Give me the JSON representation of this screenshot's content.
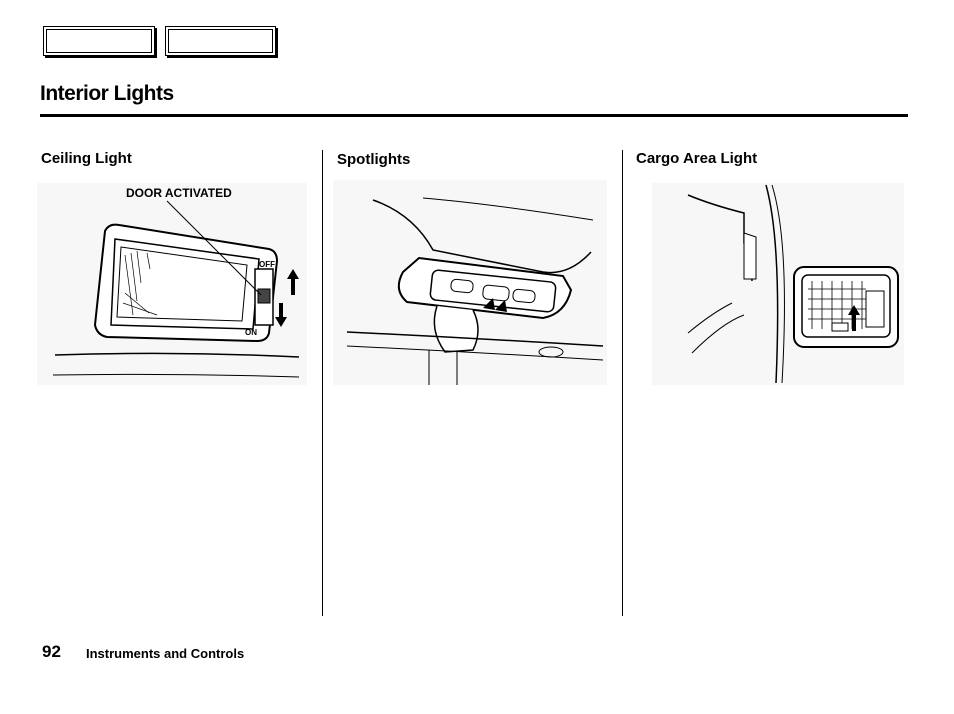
{
  "page": {
    "title": "Interior Lights",
    "page_number": "92",
    "section": "Instruments and Controls"
  },
  "navigation": {
    "prev_label": "",
    "next_label": ""
  },
  "columns": [
    {
      "heading": "Ceiling Light",
      "callout": "DOOR ACTIVATED",
      "switch_labels": [
        "OFF",
        "ON"
      ]
    },
    {
      "heading": "Spotlights"
    },
    {
      "heading": "Cargo Area Light"
    }
  ]
}
